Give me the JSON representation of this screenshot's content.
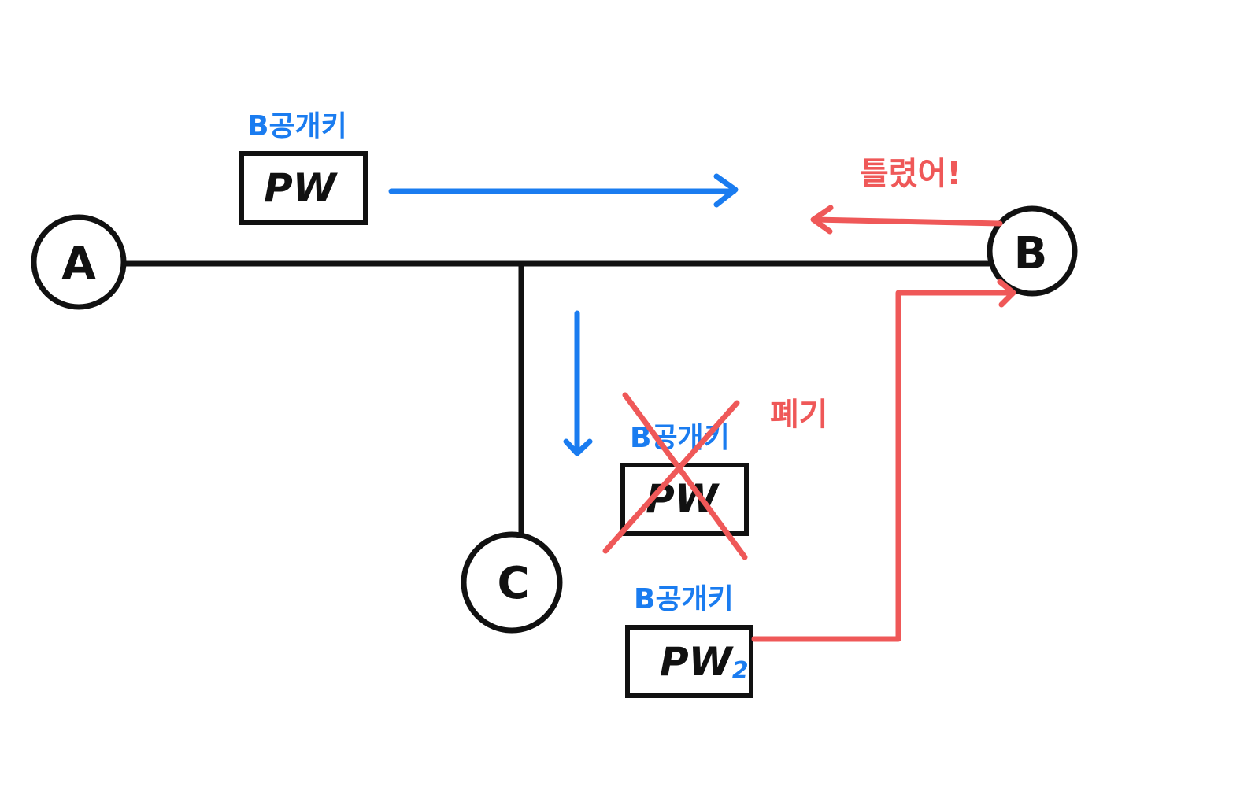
{
  "nodes": {
    "a": "A",
    "b": "B",
    "c": "C"
  },
  "packets": {
    "original": {
      "key_label": "B공개키",
      "content": "PW"
    },
    "intercepted": {
      "key_label": "B공개키",
      "content": "PW",
      "note": "폐기"
    },
    "forged": {
      "key_label": "B공개키",
      "content": "PW",
      "subscript": "2"
    }
  },
  "reply": "틀렸어!",
  "colors": {
    "line": "#111111",
    "blue": "#1a7cf0",
    "red": "#ef5858"
  }
}
